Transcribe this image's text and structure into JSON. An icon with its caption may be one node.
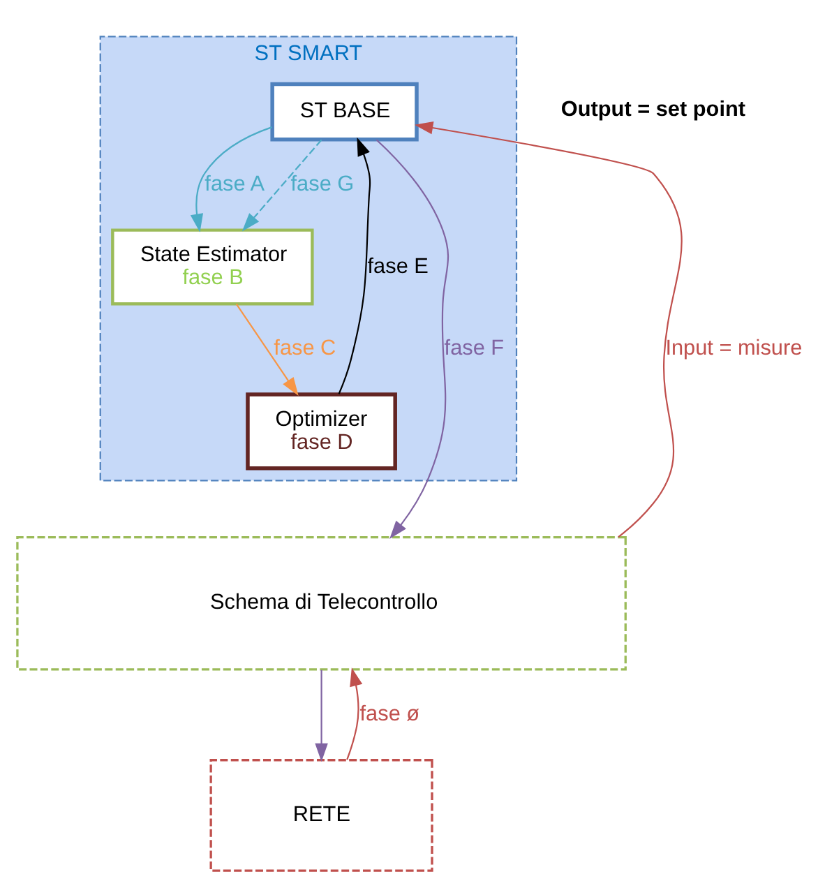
{
  "diagram": {
    "nodes": [
      {
        "text": [
          "ST SMART"
        ]
      },
      {
        "text": [
          "ST BASE"
        ],
        "in": 0
      },
      {
        "text": [
          "State Estimator",
          "fase B"
        ],
        "in": 0
      },
      {
        "text": [
          "Optimizer",
          "fase D"
        ],
        "in": 0
      },
      {
        "text": [
          "Schema di Telecontrollo"
        ]
      },
      {
        "text": [
          "RETE"
        ]
      }
    ],
    "edges": [
      {
        "from": 4,
        "to": 1,
        "arrow": "to",
        "label": "Input = misure",
        "color": "#c0504d"
      },
      {
        "from": 1,
        "to": 2,
        "arrow": "to",
        "label": "fase A",
        "color": "#4bacc6"
      },
      {
        "from": 1,
        "to": 2,
        "arrow": "to",
        "label": "fase G",
        "style": "dashed",
        "color": "#4bacc6"
      },
      {
        "from": 2,
        "to": 3,
        "arrow": "to",
        "label": "fase C",
        "color": "#f79646"
      },
      {
        "from": 3,
        "to": 1,
        "arrow": "to",
        "label": "fase E",
        "color": "#000000"
      },
      {
        "from": 1,
        "to": 4,
        "arrow": "to",
        "label": "fase F",
        "color": "#8064a2"
      },
      {
        "from": 5,
        "to": 4,
        "arrow": "to",
        "label": "fase ø",
        "color": "#c0504d"
      },
      {
        "from": 4,
        "to": 5,
        "arrow": "to",
        "color": "#8064a2"
      }
    ],
    "labels": [
      "Output = set point"
    ]
  }
}
